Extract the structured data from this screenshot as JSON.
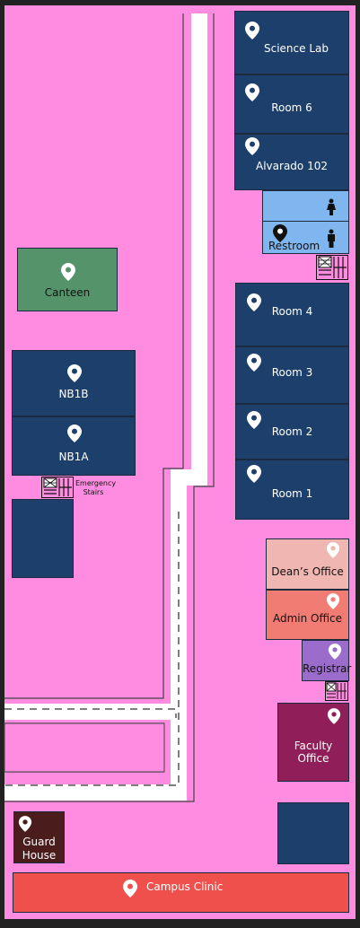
{
  "map": {
    "rooms": {
      "science_lab": "Science Lab",
      "room6": "Room 6",
      "alvarado": "Alvarado 102",
      "restroom": "Restroom",
      "room4": "Room 4",
      "room3": "Room 3",
      "room2": "Room 2",
      "room1": "Room 1",
      "canteen": "Canteen",
      "nb1b": "NB1B",
      "nb1a": "NB1A",
      "deans_office": "Dean’s Office",
      "admin_office": "Admin Office",
      "registrar": "Registrar",
      "faculty_office": "Faculty Office",
      "guard_house_1": "Guard",
      "guard_house_2": "House",
      "campus_clinic": "Campus Clinic"
    },
    "emergency_stairs_1": "Emergency",
    "emergency_stairs_2": "Stairs",
    "colors": {
      "ground": "#ff8ce0",
      "classroom": "#1c406b",
      "canteen": "#55946b",
      "restroom": "#7fb6ef",
      "deans": "#f0b6b1",
      "admin": "#f07c74",
      "registrar": "#9c6ccc",
      "faculty": "#901e58",
      "guard": "#4a1c1c",
      "clinic": "#f0504c"
    },
    "icons": [
      "location-pin-icon",
      "female-restroom-icon",
      "male-restroom-icon",
      "stairs-icon"
    ]
  }
}
